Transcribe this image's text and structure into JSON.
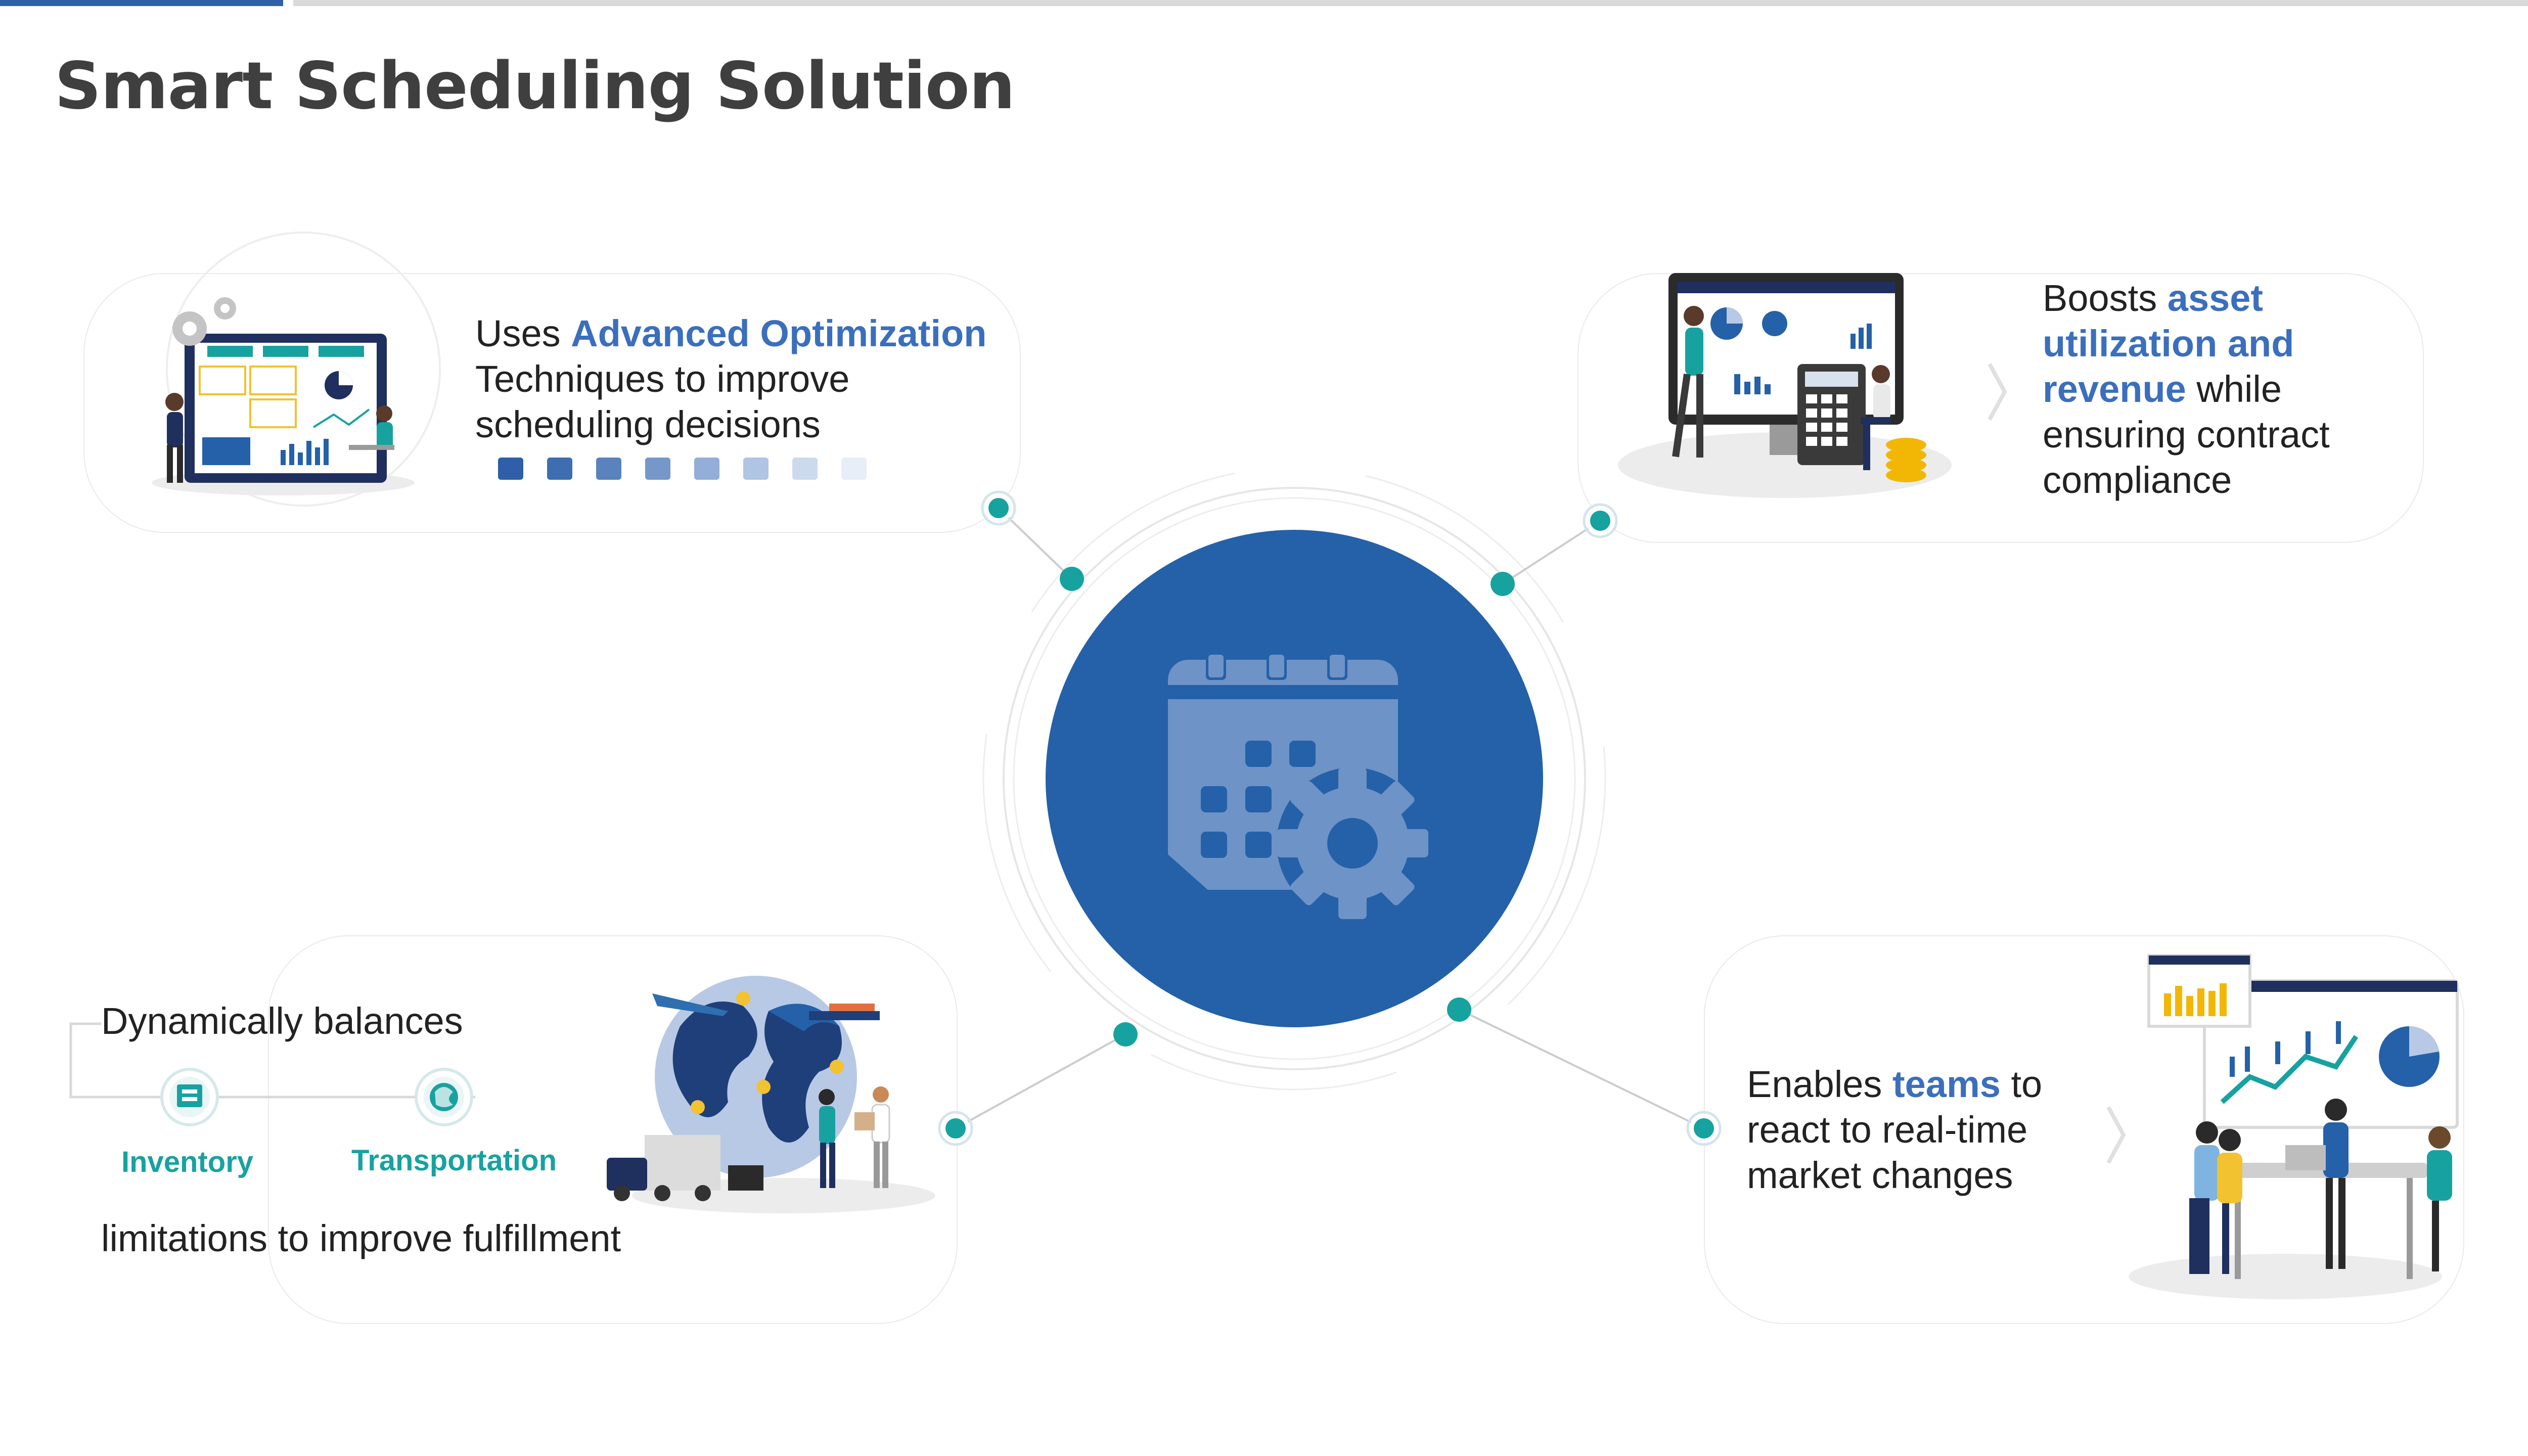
{
  "title": "Smart Scheduling Solution",
  "items": [
    {
      "pre": "Uses ",
      "highlight": "Advanced Optimization",
      "post": " Techniques to improve scheduling decisions"
    },
    {
      "pre": "Boosts ",
      "highlight": "asset utilization and revenue",
      "post": " while ensuring contract compliance"
    },
    {
      "pre": "Dynamically balances",
      "post": "limitations to improve fulfillment",
      "labels": [
        "Inventory",
        "Transportation"
      ]
    },
    {
      "pre": "Enables ",
      "highlight": "teams",
      "post": " to react to real-time market changes"
    }
  ],
  "colors": {
    "accent": "#2461a8",
    "highlight": "#3b6fbd",
    "teal": "#17a2a0",
    "title": "#3f3f3f"
  },
  "icons": [
    "calendar-gear-icon",
    "inventory-icon",
    "transportation-icon"
  ]
}
